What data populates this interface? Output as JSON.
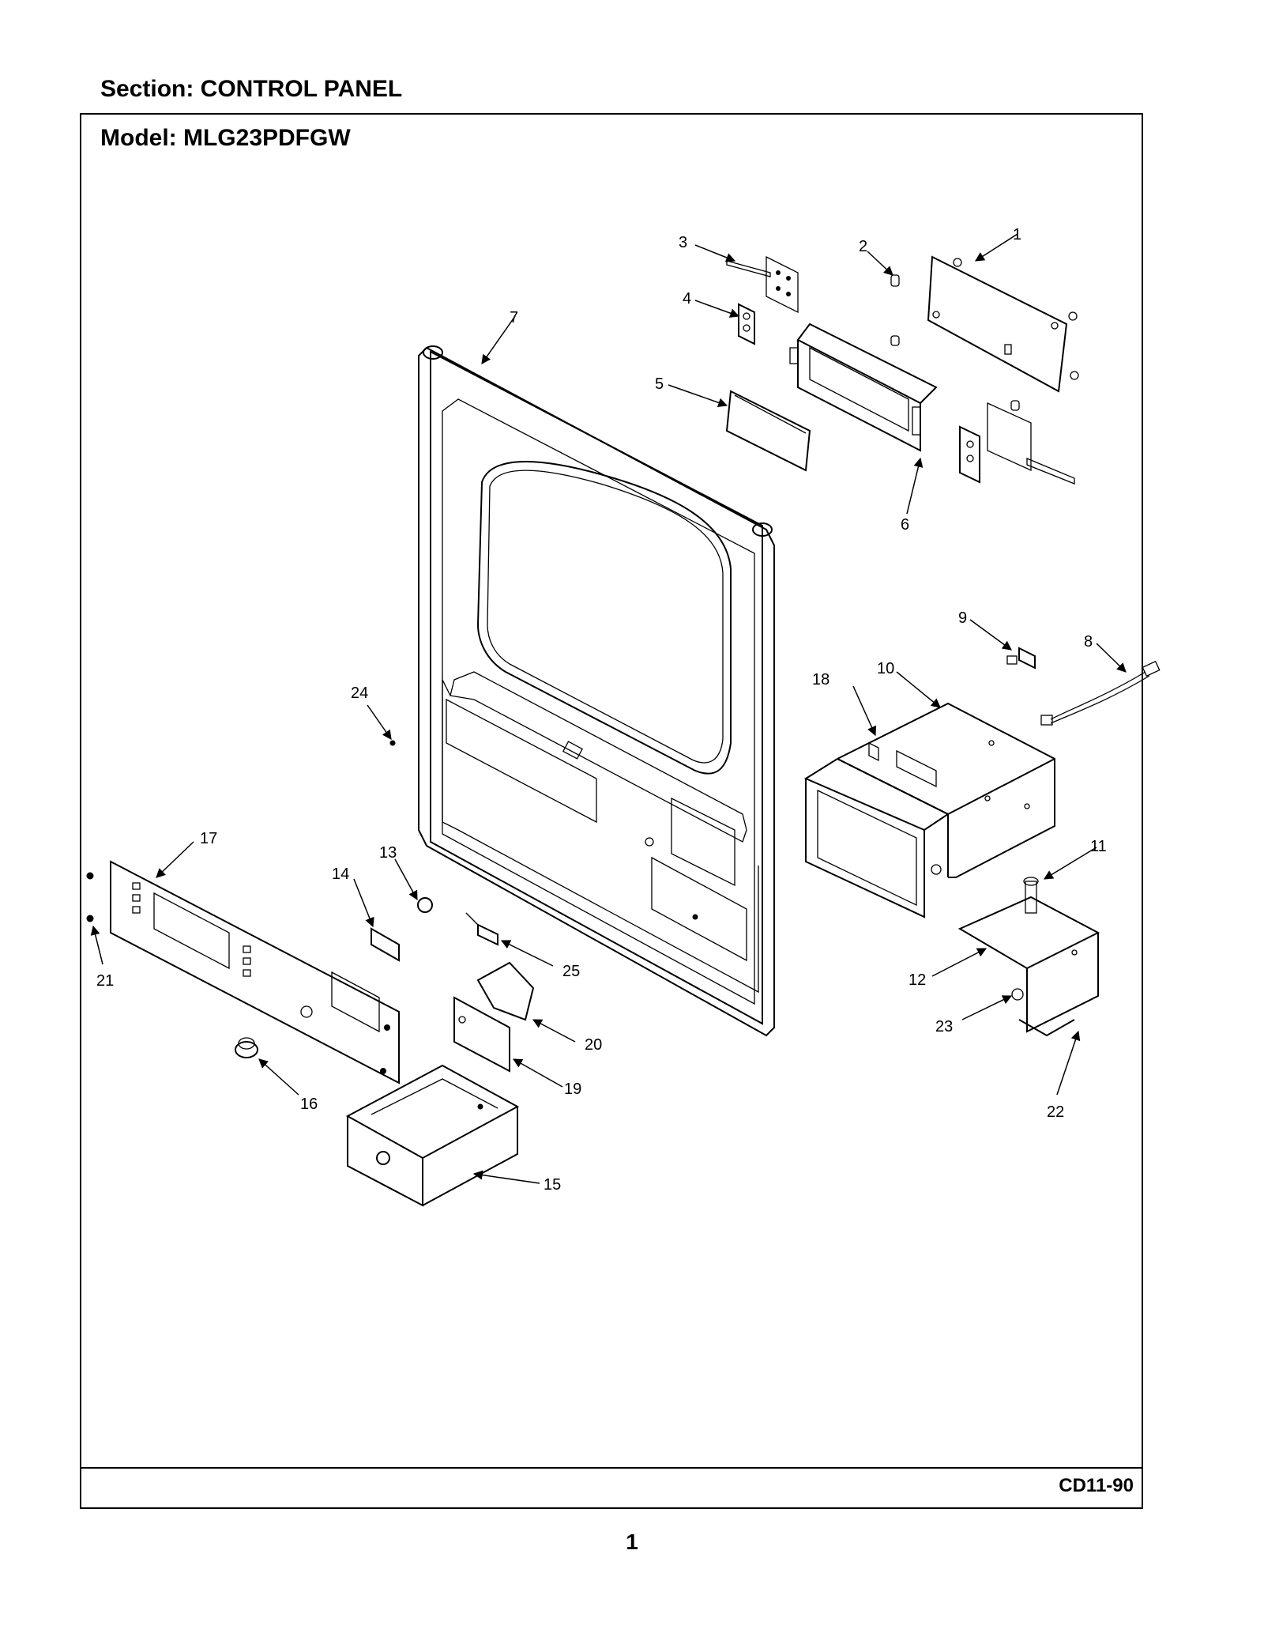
{
  "header": {
    "section": "Section:  CONTROL PANEL"
  },
  "frame": {
    "model": "Model:  MLG23PDFGW",
    "drawing_code": "CD11-90"
  },
  "footer": {
    "page_number": "1"
  },
  "callouts": [
    "1",
    "2",
    "3",
    "4",
    "5",
    "6",
    "7",
    "8",
    "9",
    "10",
    "11",
    "12",
    "13",
    "14",
    "15",
    "16",
    "17",
    "18",
    "19",
    "20",
    "21",
    "22",
    "23",
    "24",
    "25"
  ]
}
